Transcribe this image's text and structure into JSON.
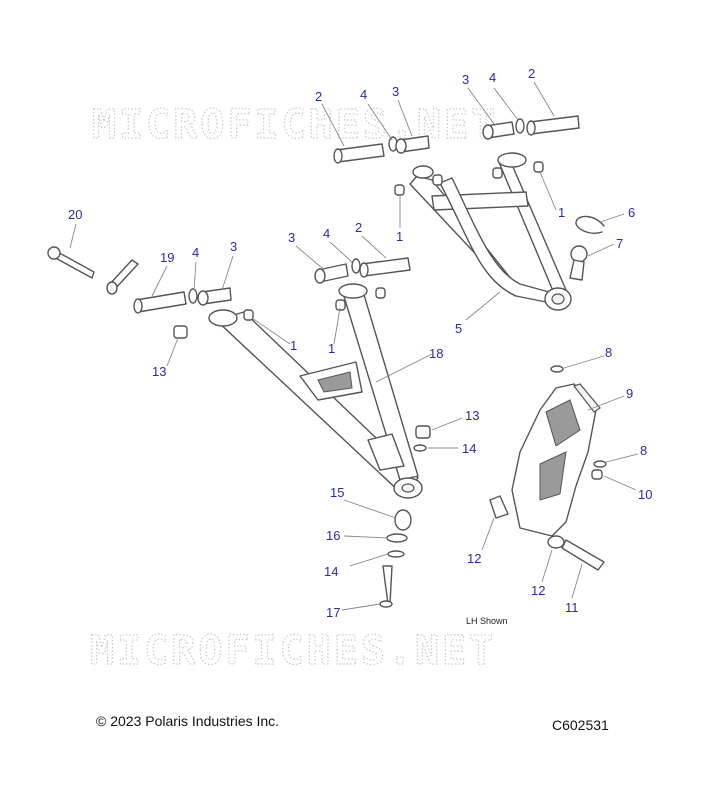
{
  "watermark": "MICROFICHES.NET",
  "note": "LH Shown",
  "copyright": "© 2023 Polaris Industries Inc.",
  "diagram_code": "C602531",
  "callouts": [
    "20",
    "19",
    "4",
    "3",
    "13",
    "3",
    "4",
    "2",
    "1",
    "1",
    "18",
    "2",
    "4",
    "3",
    "3",
    "4",
    "2",
    "1",
    "1",
    "6",
    "7",
    "5",
    "8",
    "9",
    "13",
    "14",
    "8",
    "10",
    "15",
    "16",
    "14",
    "17",
    "12",
    "12",
    "11"
  ],
  "colors": {
    "callout": "#2a2ab0",
    "line": "#555555",
    "watermark": "#c9c9c9"
  }
}
